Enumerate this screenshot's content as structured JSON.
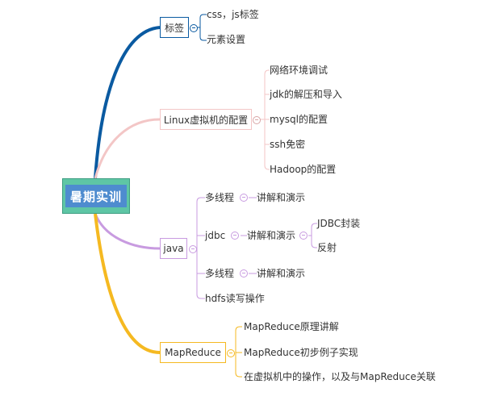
{
  "root": {
    "label": "暑期实训"
  },
  "branches": {
    "tags": {
      "label": "标签",
      "color": "#0a5aa1",
      "children": [
        "css，js标签",
        "元素设置"
      ]
    },
    "linux": {
      "label": "Linux虚拟机的配置",
      "color": "#f3c6c6",
      "children": [
        "网络环境调试",
        "jdk的解压和导入",
        "mysql的配置",
        "ssh免密",
        "Hadoop的配置"
      ]
    },
    "java": {
      "label": "java",
      "color": "#c89be0",
      "children": [
        {
          "label": "多线程",
          "sub": "讲解和演示"
        },
        {
          "label": "jdbc",
          "sub": "讲解和演示",
          "subchildren": [
            "JDBC封装",
            "反射"
          ]
        },
        {
          "label": "多线程",
          "sub": "讲解和演示"
        },
        {
          "label": "hdfs读写操作"
        }
      ]
    },
    "mapreduce": {
      "label": "MapReduce",
      "color": "#f5b921",
      "children": [
        "MapReduce原理讲解",
        "MapReduce初步例子实现",
        "在虚拟机中的操作，以及与MapReduce关联"
      ]
    }
  }
}
